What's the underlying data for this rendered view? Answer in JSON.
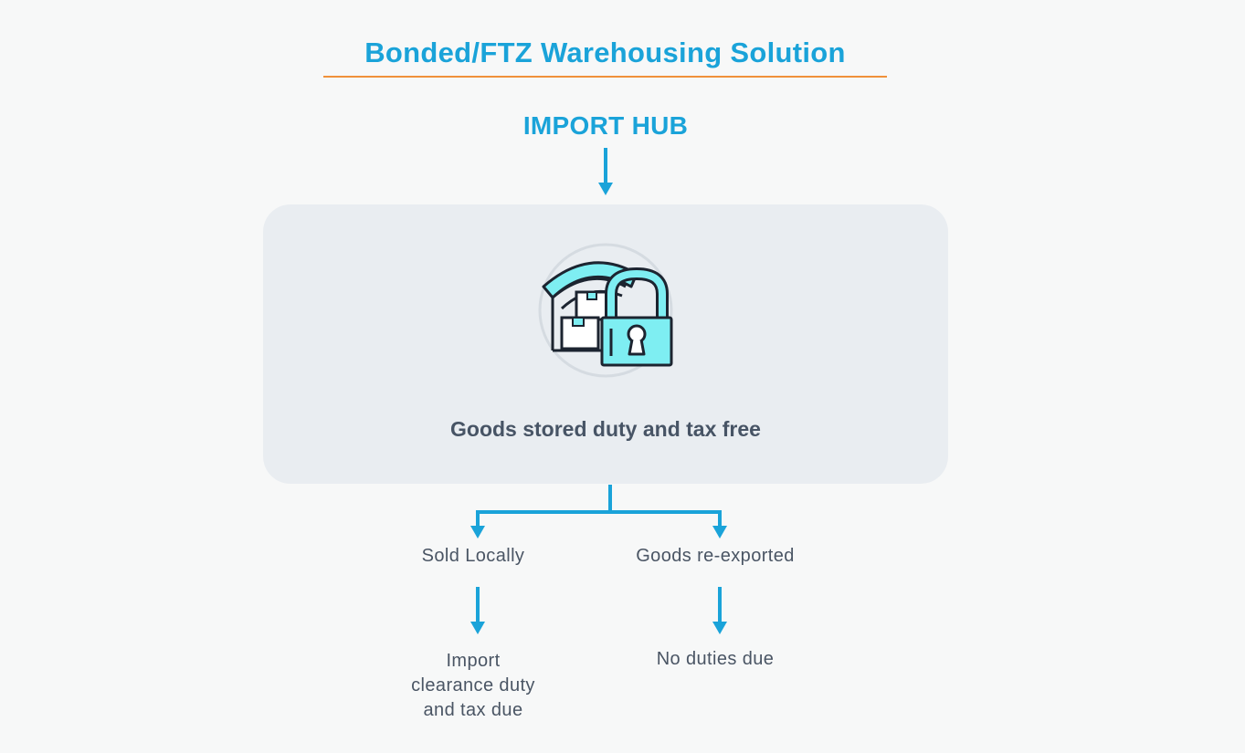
{
  "title": "Bonded/FTZ Warehousing Solution",
  "hub": "IMPORT HUB",
  "center": {
    "icon": "warehouse-lock-icon",
    "caption": "Goods stored duty and tax free"
  },
  "branches": {
    "left": {
      "label": "Sold Locally",
      "outcome": [
        "Import",
        "clearance duty",
        "and tax due"
      ]
    },
    "right": {
      "label": "Goods re-exported",
      "outcome": "No duties due"
    }
  },
  "colors": {
    "accent": "#1aa3d9",
    "title_rule": "#f0913a",
    "panel_bg": "#e9edf1",
    "text": "#4a5564",
    "icon_fill": "#7eeef2",
    "icon_stroke": "#1c2430"
  }
}
